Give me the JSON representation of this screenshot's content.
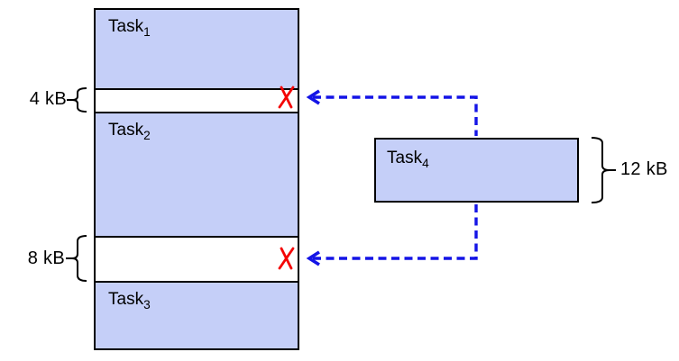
{
  "diagram_title": "memory-fragmentation",
  "blocks": {
    "task1": {
      "base": "Task",
      "sub": "1"
    },
    "task2": {
      "base": "Task",
      "sub": "2"
    },
    "task3": {
      "base": "Task",
      "sub": "3"
    },
    "task4": {
      "base": "Task",
      "sub": "4"
    }
  },
  "annotations": {
    "gap1_size": "4 kB",
    "gap2_size": "8 kB",
    "task4_size": "12 kB"
  },
  "colors": {
    "task_fill": "#c5cff8",
    "block_border": "#000000",
    "arrow_blue": "#1414e6",
    "x_red": "#f40404",
    "bg": "#ffffff",
    "text": "#000000"
  }
}
